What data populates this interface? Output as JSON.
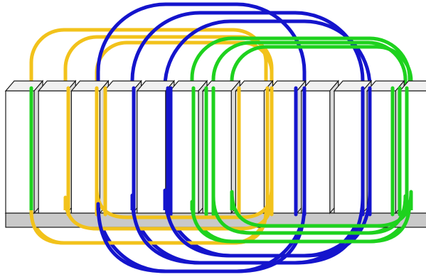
{
  "diagram": {
    "colors": {
      "background": "#ffffff",
      "slot_face": "#ffffff",
      "slot_outline": "#1a1a1a",
      "base_top": "#e4e4e4",
      "base_front": "#c9c9c9",
      "coil_yellow": "#f2c21b",
      "coil_blue": "#1414cc",
      "coil_green": "#1ed21e"
    },
    "teeth_count": 13,
    "coil_groups": [
      {
        "name": "yellow",
        "color_key": "coil_yellow",
        "turns": 3
      },
      {
        "name": "blue",
        "color_key": "coil_blue",
        "turns": 3
      },
      {
        "name": "green",
        "color_key": "coil_green",
        "turns": 3
      }
    ]
  }
}
